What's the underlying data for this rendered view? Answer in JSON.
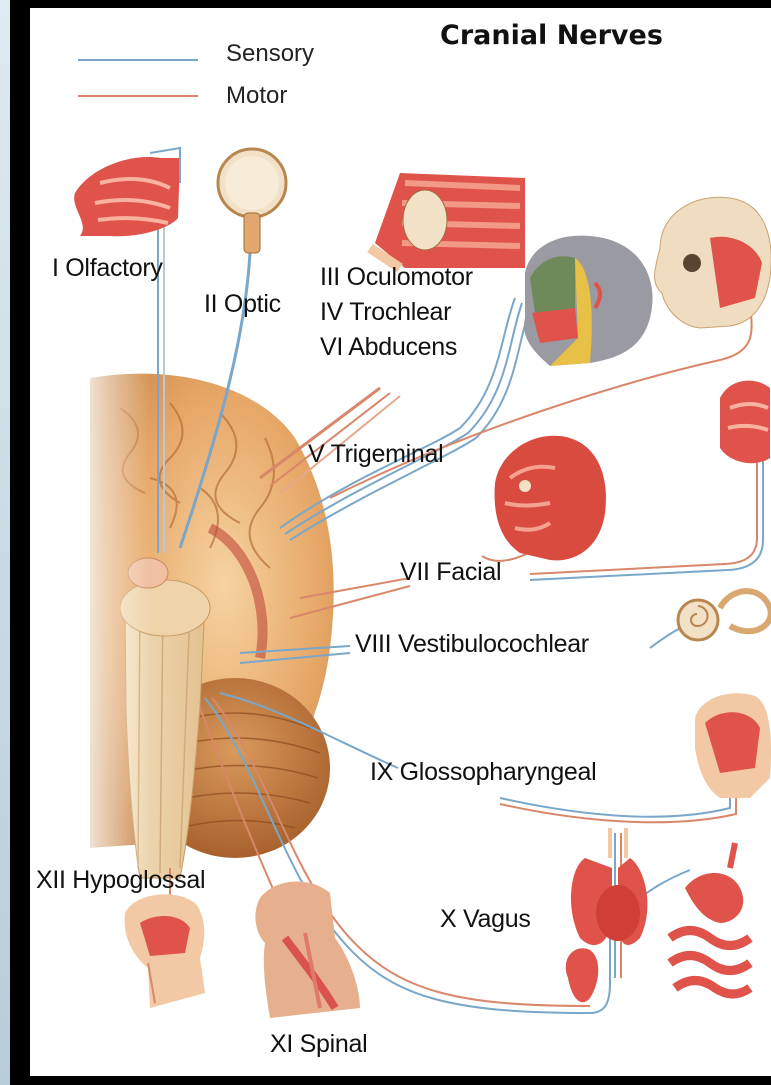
{
  "title": "Cranial Nerves",
  "legend": {
    "sensory": {
      "label": "Sensory",
      "color": "#7aa7c9"
    },
    "motor": {
      "label": "Motor",
      "color": "#d9876a"
    }
  },
  "nerves": {
    "olfactory": "I Olfactory",
    "optic": "II Optic",
    "oculomotor": "III Oculomotor",
    "trochlear": "IV Trochlear",
    "abducens": "VI Abducens",
    "trigeminal": "V Trigeminal",
    "facial": "VII Facial",
    "vestibulocochlear": "VIII Vestibulocochlear",
    "glossopharyngeal": "IX Glossopharyngeal",
    "vagus": "X Vagus",
    "spinal": "XI Spinal",
    "hypoglossal": "XII Hypoglossal"
  },
  "colors": {
    "tissue": "#e0534a",
    "brain": "#e8b47a",
    "skin": "#f2c9a4"
  }
}
